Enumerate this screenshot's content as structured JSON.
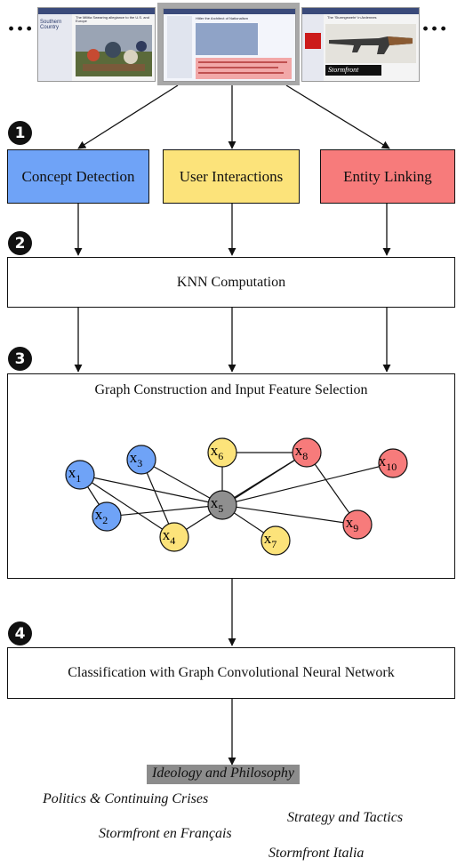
{
  "ellipsis": "···",
  "thumbnails": {
    "left": {
      "header": "The Militia Swearing allegiance to the U.S. and Europe",
      "site_name": "Southern Country",
      "photo_colors": [
        "#5b6a3a",
        "#c64a32",
        "#2f3a5c"
      ]
    },
    "middle": {
      "header": "Hitler the Architect of Nationalism",
      "tint": "#f2a8a8"
    },
    "right": {
      "header": "The 'Sturmgewehr' in Ardennes",
      "logo_text": "Stormfront"
    }
  },
  "steps": {
    "s1": "1",
    "s2": "2",
    "s3": "3",
    "s4": "4"
  },
  "modules": {
    "concept": {
      "label": "Concept Detection",
      "color": "#6fa3f7"
    },
    "user": {
      "label": "User Interactions",
      "color": "#fce37a"
    },
    "entity": {
      "label": "Entity Linking",
      "color": "#f77b7b"
    }
  },
  "knn_label": "KNN Computation",
  "graph": {
    "title": "Graph Construction and Input Feature Selection",
    "nodes": [
      {
        "id": "x1",
        "sub": "1",
        "color": "#6fa3f7"
      },
      {
        "id": "x2",
        "sub": "2",
        "color": "#6fa3f7"
      },
      {
        "id": "x3",
        "sub": "3",
        "color": "#6fa3f7"
      },
      {
        "id": "x4",
        "sub": "4",
        "color": "#fce37a"
      },
      {
        "id": "x5",
        "sub": "5",
        "color": "#8f8f8f"
      },
      {
        "id": "x6",
        "sub": "6",
        "color": "#fce37a"
      },
      {
        "id": "x7",
        "sub": "7",
        "color": "#fce37a"
      },
      {
        "id": "x8",
        "sub": "8",
        "color": "#f77b7b"
      },
      {
        "id": "x9",
        "sub": "9",
        "color": "#f77b7b"
      },
      {
        "id": "x10",
        "sub": "10",
        "color": "#f77b7b"
      }
    ],
    "edges": [
      [
        "x1",
        "x2"
      ],
      [
        "x1",
        "x4"
      ],
      [
        "x1",
        "x5"
      ],
      [
        "x2",
        "x5"
      ],
      [
        "x3",
        "x5"
      ],
      [
        "x3",
        "x4"
      ],
      [
        "x6",
        "x5"
      ],
      [
        "x6",
        "x8"
      ],
      [
        "x8",
        "x5"
      ],
      [
        "x8",
        "x4"
      ],
      [
        "x8",
        "x9"
      ],
      [
        "x10",
        "x5"
      ],
      [
        "x5",
        "x7"
      ],
      [
        "x5",
        "x9"
      ]
    ],
    "node_label_prefix": "x"
  },
  "classification_label": "Classification with Graph Convolutional Neural Network",
  "output_labels": {
    "highlighted": "Ideology and Philosophy",
    "politics": "Politics & Continuing Crises",
    "strategy": "Strategy and Tactics",
    "francais": "Stormfront en Français",
    "italia": "Stormfront Italia"
  }
}
